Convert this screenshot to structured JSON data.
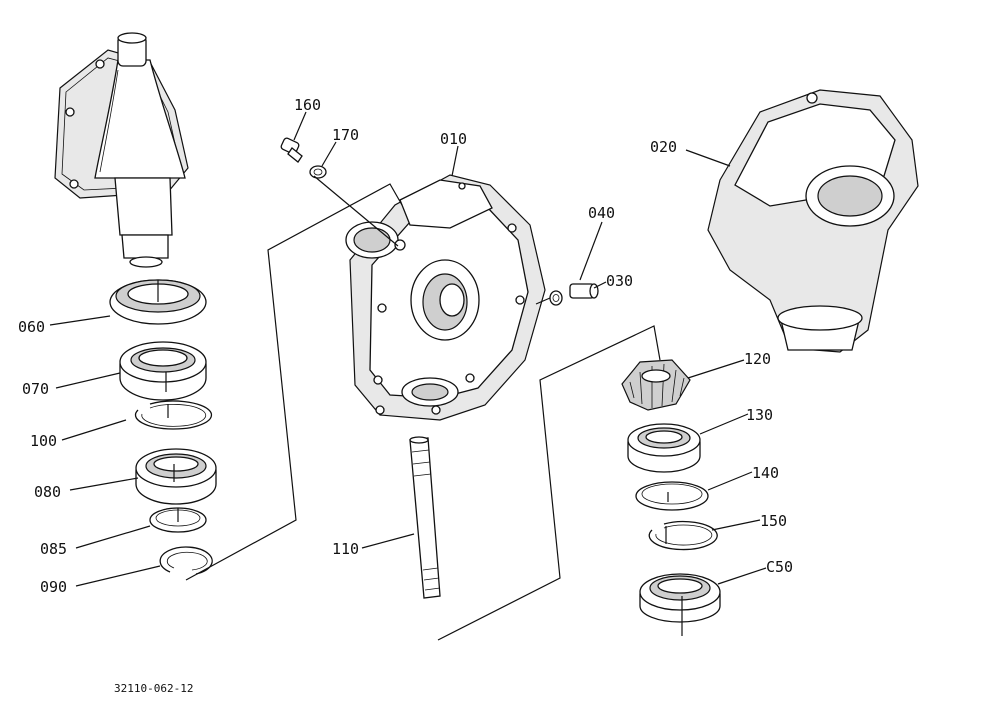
{
  "diagram": {
    "drawing_code": "32110-062-12",
    "labels": {
      "p010": "010",
      "p020": "020",
      "p030": "030",
      "p040": "040",
      "p050": "C50",
      "p060": "060",
      "p070": "070",
      "p080": "080",
      "p085": "085",
      "p090": "090",
      "p100": "100",
      "p110": "110",
      "p120": "120",
      "p130": "130",
      "p140": "140",
      "p150": "150",
      "p160": "160",
      "p170": "170"
    }
  }
}
